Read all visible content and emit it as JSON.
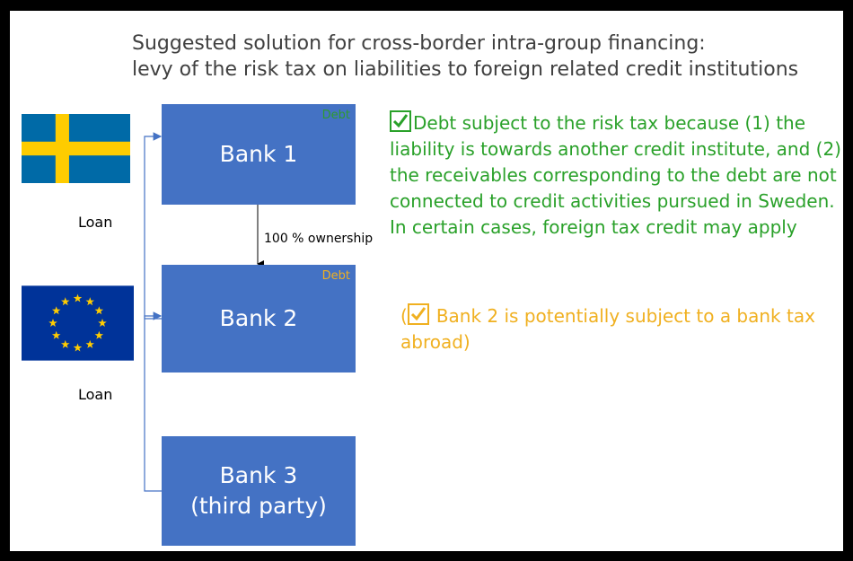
{
  "title": {
    "line1": "Suggested solution for cross-border intra-group financing:",
    "line2": "levy of the risk tax on liabilities to foreign related credit institutions"
  },
  "banks": {
    "bank1": {
      "name": "Bank 1",
      "tag": "Debt"
    },
    "bank2": {
      "name": "Bank 2",
      "tag": "Debt"
    },
    "bank3": {
      "line1": "Bank 3",
      "line2": "(third party)"
    }
  },
  "labels": {
    "loan_top": "Loan",
    "loan_bottom": "Loan",
    "ownership": "100 % ownership"
  },
  "notes": {
    "green": "Debt subject to the risk tax because (1) the liability is towards another credit institute, and (2) the receivables corresponding to the debt are not connected to credit activities pursued in Sweden. In certain cases, foreign tax credit may apply",
    "orange_open": "(",
    "orange": "Bank 2 is potentially subject to a bank tax abroad)"
  },
  "colors": {
    "bank_fill": "#4472c4",
    "green": "#2aa12a",
    "orange": "#f0b020",
    "sweden_blue": "#006aa7",
    "sweden_yellow": "#fecc00",
    "eu_blue": "#003399",
    "eu_star": "#ffcc00"
  },
  "icons": {
    "check": "checkbox-check-icon",
    "flag_sweden": "sweden-flag-icon",
    "flag_eu": "eu-flag-icon"
  }
}
